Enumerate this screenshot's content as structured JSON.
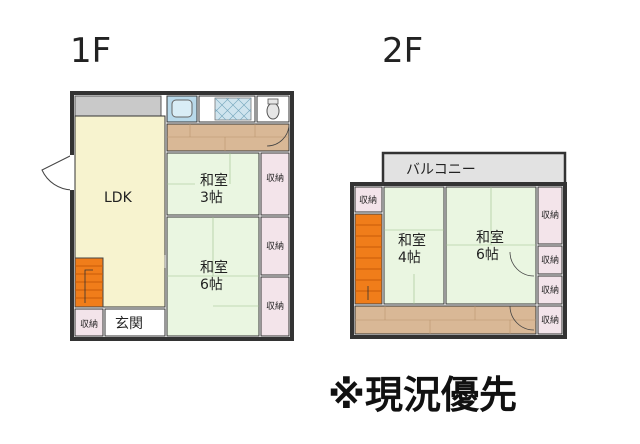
{
  "floors": {
    "first": {
      "title": "1F",
      "rooms": {
        "ldk": "LDK",
        "washitsu_small": {
          "name": "和室",
          "size": "3帖"
        },
        "washitsu_large": {
          "name": "和室",
          "size": "6帖"
        },
        "entrance": "玄関"
      },
      "storage_label": "収納"
    },
    "second": {
      "title": "2F",
      "balcony": "バルコニー",
      "rooms": {
        "washitsu_left": {
          "name": "和室",
          "size": "4帖"
        },
        "washitsu_right": {
          "name": "和室",
          "size": "6帖"
        }
      },
      "storage_label": "収納"
    }
  },
  "note": "※現況優先",
  "colors": {
    "wall": "#333333",
    "ldk_fill": "#f7f3cf",
    "tatami_fill": "#eaf6e1",
    "corridor_fill": "#d9b896",
    "stairs_fill": "#f07d1a",
    "balcony_fill": "#e2e2e2",
    "storage_fill": "#f3e4ea",
    "bath_fill": "#b8d9ea"
  }
}
